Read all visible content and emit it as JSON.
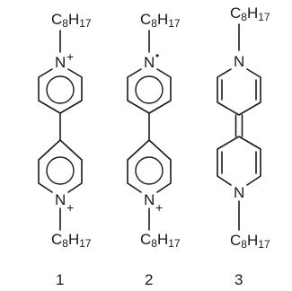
{
  "compounds": [
    {
      "number": "1",
      "top_substituent": {
        "main": "C",
        "sub1": "8",
        "h": "H",
        "sub2": "17"
      },
      "bottom_substituent": {
        "main": "C",
        "sub1": "8",
        "h": "H",
        "sub2": "17"
      },
      "top_atom": "N",
      "top_mark": "+",
      "bottom_atom": "N",
      "bottom_mark": "+"
    },
    {
      "number": "2",
      "top_substituent": {
        "main": "C",
        "sub1": "8",
        "h": "H",
        "sub2": "17"
      },
      "bottom_substituent": {
        "main": "C",
        "sub1": "8",
        "h": "H",
        "sub2": "17"
      },
      "top_atom": "N",
      "top_mark": "•",
      "bottom_atom": "N",
      "bottom_mark": "+"
    },
    {
      "number": "3",
      "top_substituent": {
        "main": "C",
        "sub1": "8",
        "h": "H",
        "sub2": "17"
      },
      "bottom_substituent": {
        "main": "C",
        "sub1": "8",
        "h": "H",
        "sub2": "17"
      },
      "top_atom": "N",
      "top_mark": "",
      "bottom_atom": "N",
      "bottom_mark": ""
    }
  ]
}
